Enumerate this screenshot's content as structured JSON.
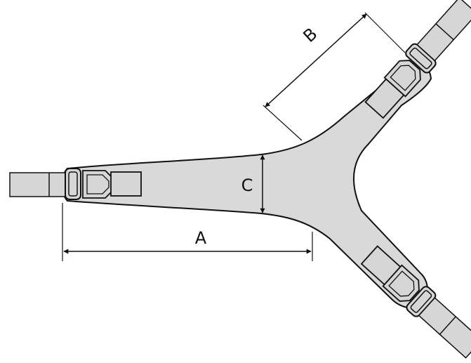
{
  "diagram": {
    "labels": {
      "a": "A",
      "b": "B",
      "c": "C"
    },
    "colors": {
      "body_fill": "#d9d9d9",
      "strap_fill": "#d6d6d6",
      "outline": "#111111",
      "dimension_line": "#111111"
    }
  }
}
